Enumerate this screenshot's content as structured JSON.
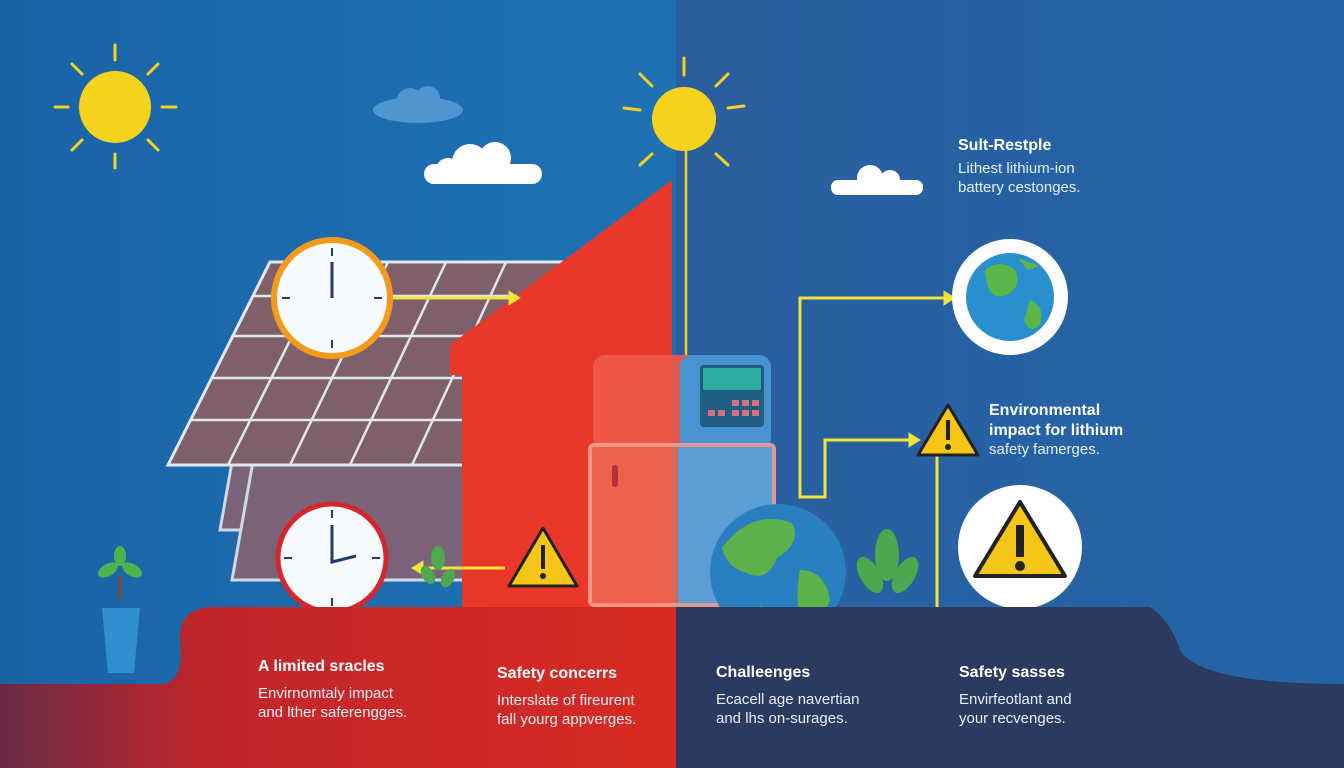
{
  "colors": {
    "sky_left": "#1f6fae",
    "sky_right": "#2764a6",
    "ground_red": "#c9262a",
    "ground_navy": "#2b3a5e",
    "house_red": "#e8362a",
    "sun": "#f5d31c",
    "arrow": "#f2e23a"
  },
  "icons": [
    "sun-icon",
    "cloud-icon",
    "clock-icon",
    "solar-panel-icon",
    "battery-icon",
    "globe-icon",
    "warning-icon",
    "plant-icon"
  ],
  "top_right": {
    "title": "Sult-Restple",
    "line1": "Lithest lithium-ion",
    "line2": "battery cestonges."
  },
  "middle_right": {
    "title1": "Environmental",
    "title2": "impact for lithium",
    "line1": "safety famerges."
  },
  "panels": [
    {
      "title": "A limited sracles",
      "line1": "Envirnomtaly impact",
      "line2": "and lther saferengges."
    },
    {
      "title": "Safety concerrs",
      "line1": "Interslate of fireurent",
      "line2": "fall yourg appverges."
    },
    {
      "title": "Challeenges",
      "line1": "Ecacell age navertian",
      "line2": "and lhs on-surages."
    },
    {
      "title": "Safety sasses",
      "line1": "Envirfeotlant and",
      "line2": "your recvenges."
    }
  ]
}
